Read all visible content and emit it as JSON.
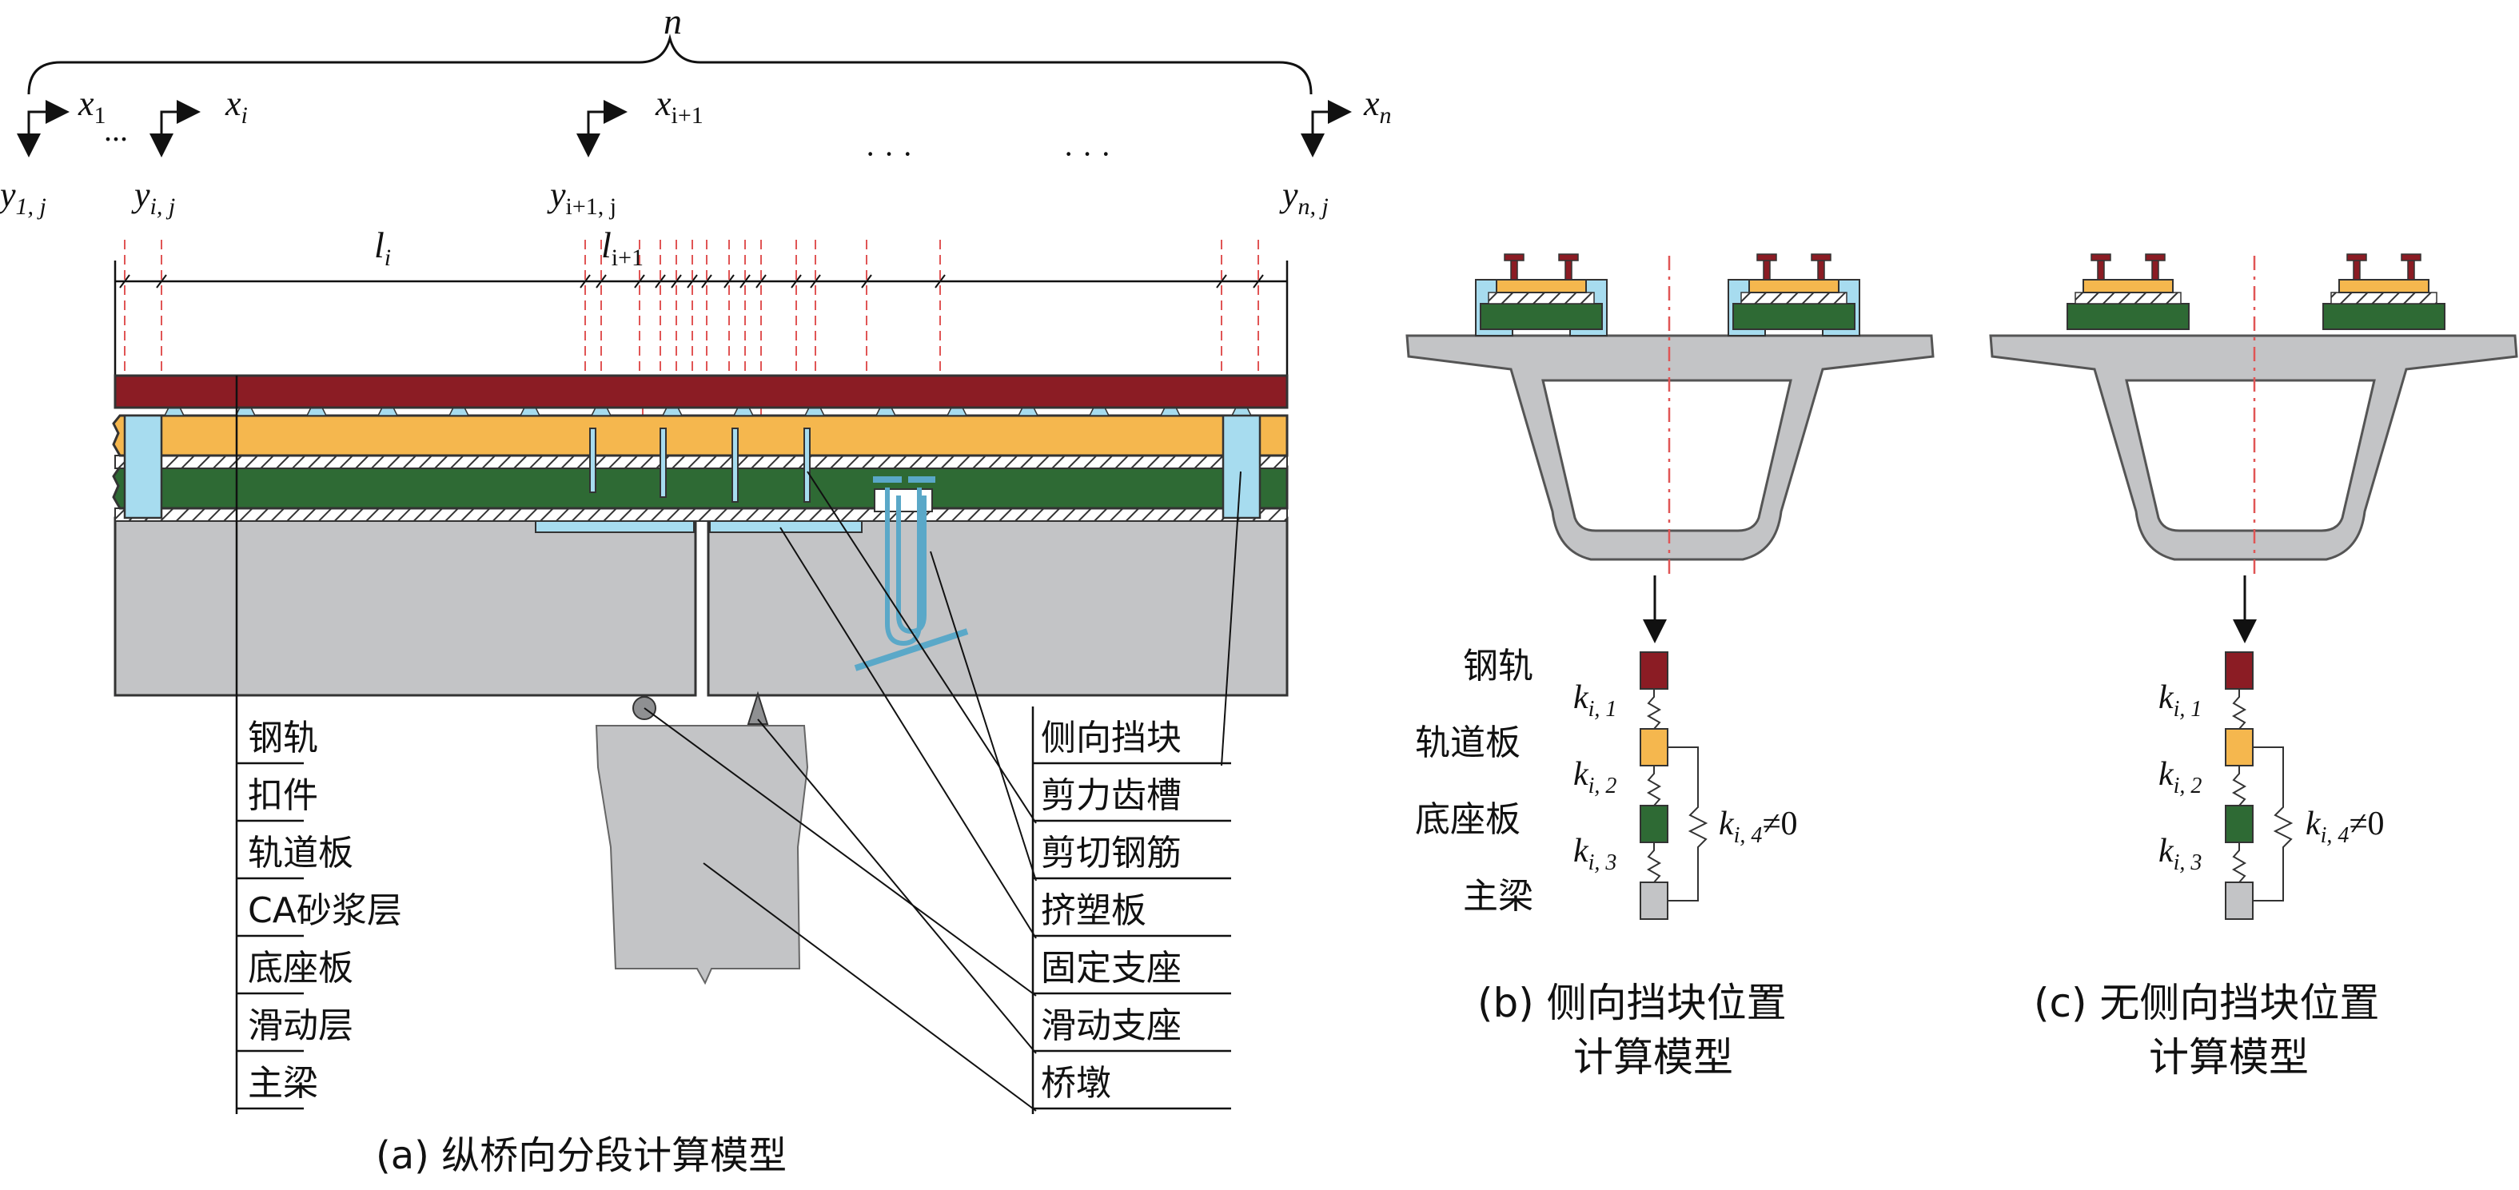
{
  "colors": {
    "rail": "#8b1c24",
    "track_slab": "#f5b74e",
    "base_slab": "#2e6a34",
    "girder": "#c3c4c6",
    "side_block": "#a7dcef",
    "outline": "#333333",
    "dim_red": "#e05555"
  },
  "panel_a": {
    "brace_label": "n",
    "nodes": [
      {
        "x_label": "x",
        "x_sub": "1",
        "y_label": "y",
        "y_sub": "1, j"
      },
      {
        "x_label": "x",
        "x_sub": "i",
        "y_label": "y",
        "y_sub": "i, j"
      },
      {
        "x_label": "x",
        "x_sub": "i+1",
        "y_label": "y",
        "y_sub": "i+1, j"
      },
      {
        "x_label": "x",
        "x_sub": "n",
        "y_label": "y",
        "y_sub": "n, j"
      }
    ],
    "ellipses": [
      "...",
      "· · ·",
      "· · ·"
    ],
    "seg_label_i": {
      "main": "l",
      "sub": "i"
    },
    "seg_label_i1": {
      "main": "l",
      "sub": "i+1"
    },
    "left_labels": [
      "钢轨",
      "扣件",
      "轨道板",
      "CA砂浆层",
      "底座板",
      "滑动层",
      "主梁"
    ],
    "right_labels": [
      "侧向挡块",
      "剪力齿槽",
      "剪切钢筋",
      "挤塑板",
      "固定支座",
      "滑动支座",
      "桥墩"
    ],
    "caption": "(a) 纵桥向分段计算模型"
  },
  "panel_b": {
    "layer_labels": [
      "钢轨",
      "轨道板",
      "底座板",
      "主梁"
    ],
    "springs": [
      {
        "main": "k",
        "sub": "i, 1"
      },
      {
        "main": "k",
        "sub": "i, 2"
      },
      {
        "main": "k",
        "sub": "i, 3"
      }
    ],
    "k4": {
      "main": "k",
      "sub": "i, 4",
      "suffix": "≠0"
    },
    "caption_line1": "(b) 侧向挡块位置",
    "caption_line2": "计算模型"
  },
  "panel_c": {
    "springs": [
      {
        "main": "k",
        "sub": "i, 1"
      },
      {
        "main": "k",
        "sub": "i, 2"
      },
      {
        "main": "k",
        "sub": "i, 3"
      }
    ],
    "k4": {
      "main": "k",
      "sub": "i, 4",
      "suffix": "≠0"
    },
    "caption_line1": "(c) 无侧向挡块位置",
    "caption_line2": "计算模型"
  }
}
